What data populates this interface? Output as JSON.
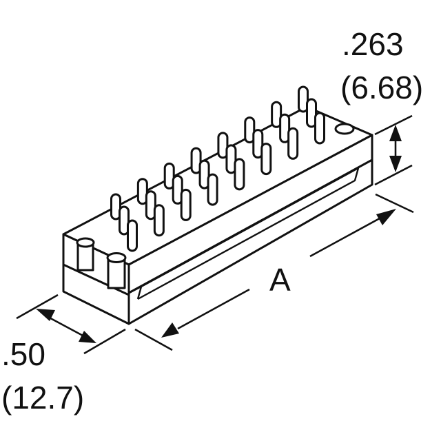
{
  "dimensions": {
    "height_inch": ".263",
    "height_mm": "(6.68)",
    "length_label": "A",
    "width_inch": ".50",
    "width_mm": "(12.7)"
  },
  "pin_count": 24
}
